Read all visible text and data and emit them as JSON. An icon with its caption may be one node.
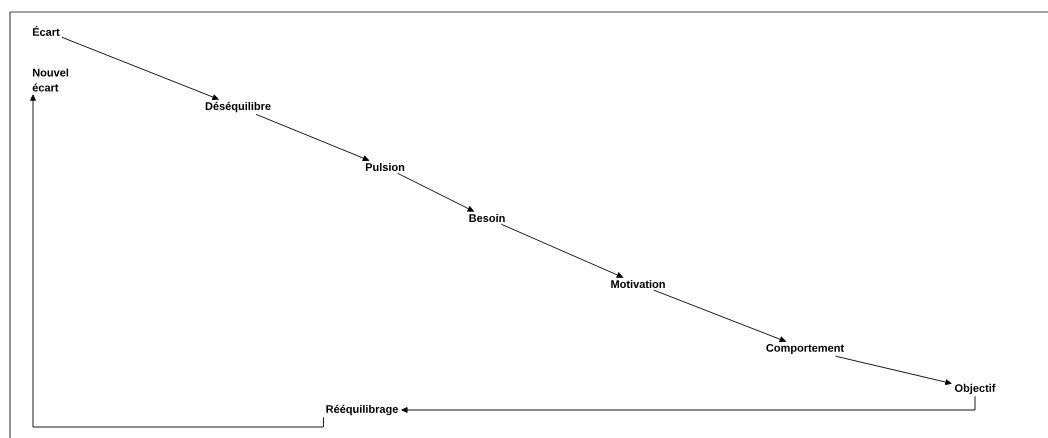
{
  "diagram": {
    "nodes": [
      {
        "text": [
          "Écart"
        ]
      },
      {
        "text": [
          "Nouvel écart"
        ]
      },
      {
        "text": [
          "Déséquilibre"
        ]
      },
      {
        "text": [
          "Pulsion"
        ]
      },
      {
        "text": [
          "Besoin"
        ]
      },
      {
        "text": [
          "Motivation"
        ]
      },
      {
        "text": [
          "Comportement"
        ]
      },
      {
        "text": [
          "Objectif"
        ]
      },
      {
        "text": [
          "Rééquilibrage"
        ]
      }
    ],
    "edges": [
      {
        "from": 0,
        "to": 2,
        "arrow": "to"
      },
      {
        "from": 2,
        "to": 3,
        "arrow": "to"
      },
      {
        "from": 3,
        "to": 4,
        "arrow": "to"
      },
      {
        "from": 4,
        "to": 5,
        "arrow": "to"
      },
      {
        "from": 5,
        "to": 6,
        "arrow": "to"
      },
      {
        "from": 6,
        "to": 7,
        "arrow": "to"
      },
      {
        "from": 7,
        "to": 8,
        "arrow": "to"
      },
      {
        "from": 8,
        "to": 1,
        "arrow": "to"
      }
    ]
  }
}
